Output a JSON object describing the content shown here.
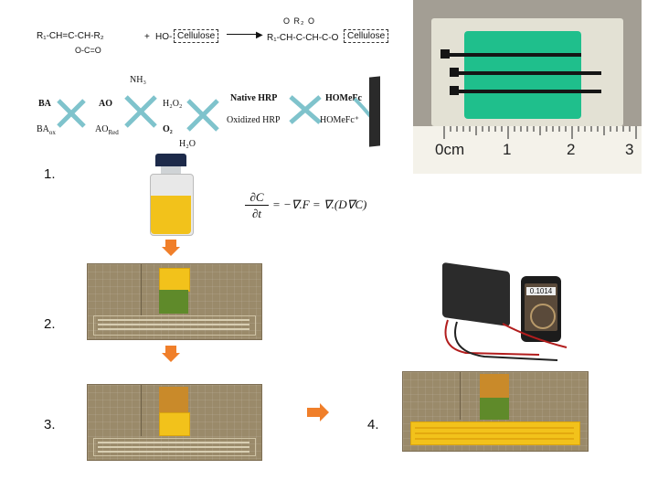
{
  "reaction": {
    "reactant1_top": "R₁-CH=C-CH-R₂",
    "reactant1_bottom": "O-C=O",
    "plus": "+",
    "ho": "HO-",
    "cellulose1": "Cellulose",
    "product_top": "O R₂  O",
    "product_main": "R₁-CH-C-CH-C-O",
    "cellulose2": "Cellulose"
  },
  "cycle": {
    "ba": "BA",
    "ba_ox": "BA",
    "ba_ox_sub": "ox",
    "ao": "AO",
    "ao_red": "AO",
    "ao_red_sub": "Red",
    "nh3": "NH₃",
    "h2o2": "H₂O₂",
    "o2": "O₂",
    "h2o": "H₂O",
    "native_hrp": "Native HRP",
    "oxidized_hrp": "Oxidized HRP",
    "homefc": "HOMeFc",
    "homefc_plus": "HOMeFc⁺"
  },
  "equation": {
    "lhs_num": "∂C",
    "lhs_den": "∂t",
    "rhs": "= −∇.F = ∇.(D∇C)"
  },
  "ruler": {
    "unit": "0cm",
    "ticks": [
      "1",
      "2",
      "3"
    ]
  },
  "steps": {
    "s1": "1.",
    "s2": "2.",
    "s3": "3.",
    "s4": "4."
  },
  "meter": {
    "display": "0.1014"
  },
  "colors": {
    "arrow": "#f07f2a",
    "pcb": "#9a8a6a",
    "yellow": "#f2c21b",
    "green": "#5f8a2a",
    "electrode_green": "#1fbf8c",
    "cycle_arrow": "#7fc3cc"
  }
}
